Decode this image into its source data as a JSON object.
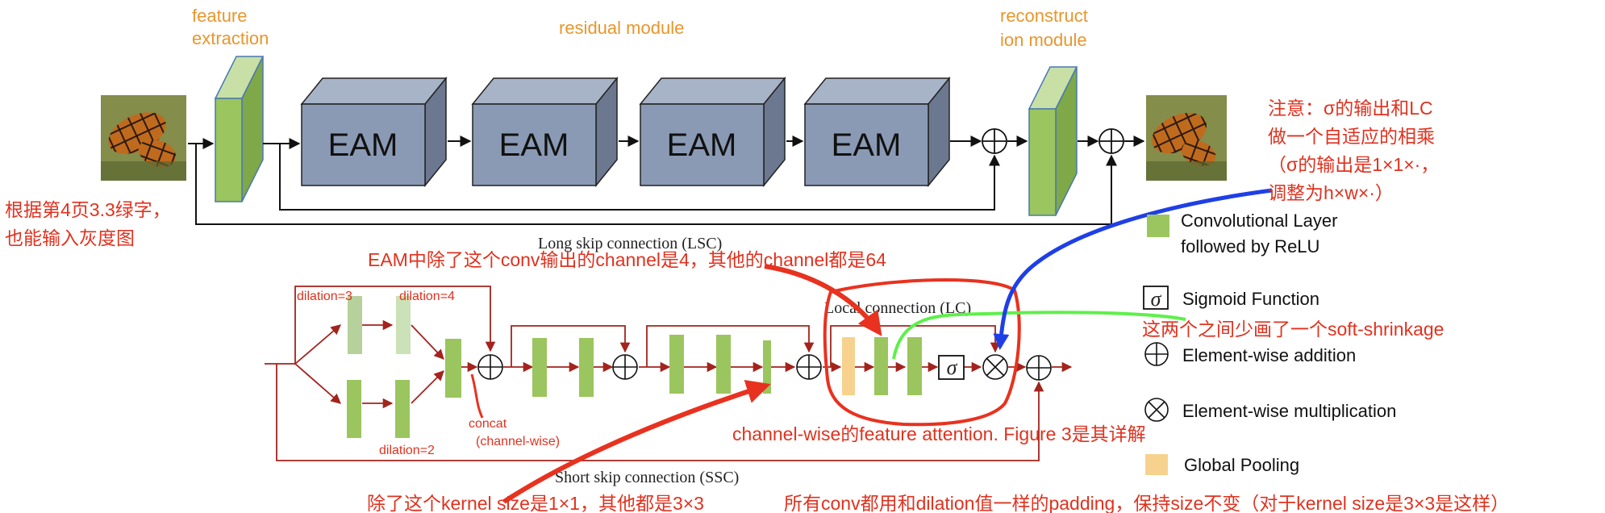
{
  "header": {
    "feature_extraction": [
      "feature",
      "extraction"
    ],
    "residual_module": "residual module",
    "reconstruction_module": [
      "reconstruct",
      "ion module"
    ]
  },
  "eam_blocks": [
    "EAM",
    "EAM",
    "EAM",
    "EAM"
  ],
  "lsc_label": "Long skip connection (LSC)",
  "ssc_label": "Short skip connection (SSC)",
  "lc_label": "Local connection (LC)",
  "dilations": [
    "dilation=3",
    "dilation=4",
    "dilation=2"
  ],
  "concat_label": [
    "concat",
    "(channel-wise)"
  ],
  "sigma_symbol": "σ",
  "legend": [
    {
      "label": "Convolutional Layer",
      "label2": "followed by ReLU",
      "icon": "green-square",
      "color": "#9bc55e"
    },
    {
      "label": "Sigmoid Function",
      "icon": "sigma-box"
    },
    {
      "label": "Element-wise addition",
      "icon": "circle-plus"
    },
    {
      "label": "Element-wise multiplication",
      "icon": "circle-times"
    },
    {
      "label": "Global Pooling",
      "icon": "yellow-square",
      "color": "#f6d28e"
    }
  ],
  "notes": {
    "top_right": [
      "注意：σ的输出和LC",
      "做一个自适应的相乘",
      "（σ的输出是1×1×·，",
      "调整为h×w×·）"
    ],
    "left": [
      "根据第4页3.3绿字，",
      "也能输入灰度图"
    ],
    "eam_channel": "EAM中除了这个conv输出的channel是4，其他的channel都是64",
    "soft_shrinkage": "这两个之间少画了一个soft-shrinkage",
    "channel_wise": "channel-wise的feature attention. Figure 3是其详解",
    "kernel_size": "除了这个kernel size是1×1，其他都是3×3",
    "padding": "所有conv都用和dilation值一样的padding，保持size不变（对于kernel size是3×3是这样）"
  },
  "colors": {
    "conv": "#9bc55e",
    "eam_front": "#8a9ab4",
    "eam_top": "#a7b3c7",
    "eam_side": "#6b7890",
    "pool": "#f6d28e",
    "note_red": "#e0321f",
    "note_orange": "#e8962c"
  }
}
